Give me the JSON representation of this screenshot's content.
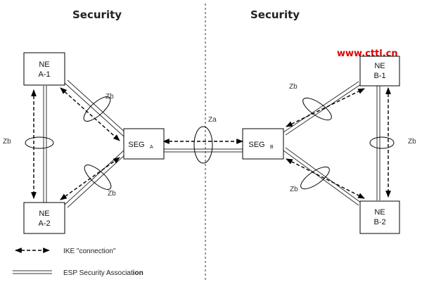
{
  "domains": {
    "left_title": "Security",
    "right_title": "Security"
  },
  "nodes": {
    "ne_a1": {
      "line1": "NE",
      "line2": "A-1"
    },
    "ne_a2": {
      "line1": "NE",
      "line2": "A-2"
    },
    "ne_b1": {
      "line1": "NE",
      "line2": "B-1"
    },
    "ne_b2": {
      "line1": "NE",
      "line2": "B-2"
    },
    "seg_a": {
      "label": "SEG",
      "sub": "A"
    },
    "seg_b": {
      "label": "SEG",
      "sub": "B"
    }
  },
  "interfaces": {
    "zb": "Zb",
    "za": "Za"
  },
  "legend": {
    "ike": "IKE \"connection\"",
    "esp_main": "ESP Security Associat",
    "esp_tail": "ion"
  },
  "watermark": "www.cttl.cn",
  "colors": {
    "watermark": "#e00000",
    "line": "#000000"
  }
}
